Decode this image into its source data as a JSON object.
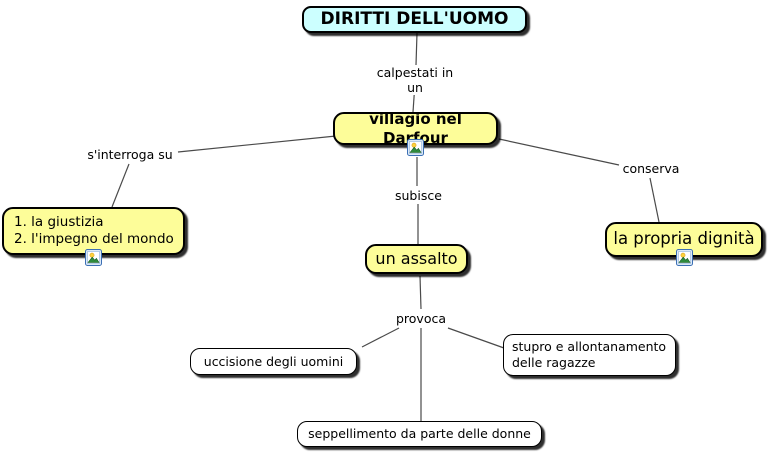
{
  "diagram": {
    "concepts": {
      "diritti": "DIRITTI DELL'UOMO",
      "villagio": "villagio nel Darfour",
      "giustizia": "1. la giustizia\n2. l'impegno del mondo",
      "assalto": "un assalto",
      "dignita": "la propria dignità",
      "uccisione": "uccisione degli uomini",
      "stupro": "stupro e allontanamento delle ragazze",
      "seppellimento": "seppellimento da parte delle donne"
    },
    "linking_phrases": {
      "calpestati": "calpestati in un",
      "interroga": "s'interroga su",
      "subisce": "subisce",
      "conserva": "conserva",
      "provoca": "provoca"
    },
    "colors": {
      "root_concept_bg": "#ccffff",
      "main_concept_bg": "#fdfd99",
      "plain_concept_bg": "#ffffff",
      "border": "#000000",
      "connector_line": "#4a4a4a"
    },
    "icons": {
      "attachment": "image-attachment"
    }
  }
}
